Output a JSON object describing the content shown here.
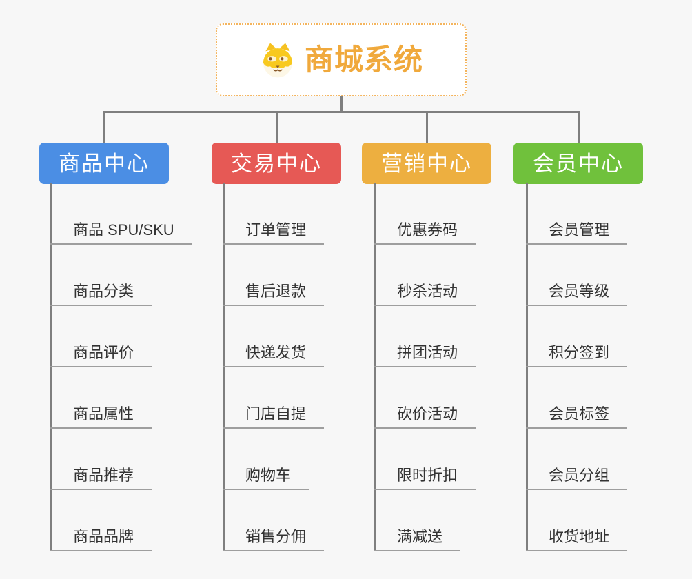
{
  "root": {
    "title": "商城系统",
    "title_color": "#f0a93c",
    "border_color": "#f4b45c",
    "logo_icon": "dog-face-logo"
  },
  "branches": [
    {
      "label": "商品中心",
      "color": "#4b8ee4",
      "items": [
        "商品 SPU/SKU",
        "商品分类",
        "商品评价",
        "商品属性",
        "商品推荐",
        "商品品牌"
      ]
    },
    {
      "label": "交易中心",
      "color": "#e65955",
      "items": [
        "订单管理",
        "售后退款",
        "快递发货",
        "门店自提",
        "购物车",
        "销售分佣"
      ]
    },
    {
      "label": "营销中心",
      "color": "#edaf40",
      "items": [
        "优惠券码",
        "秒杀活动",
        "拼团活动",
        "砍价活动",
        "限时折扣",
        "满减送"
      ]
    },
    {
      "label": "会员中心",
      "color": "#70c13c",
      "items": [
        "会员管理",
        "会员等级",
        "积分签到",
        "会员标签",
        "会员分组",
        "收货地址"
      ]
    }
  ],
  "connector_color": "#7f7f7f",
  "underline_color": "#9e9e9e",
  "background_color": "#f7f7f7"
}
